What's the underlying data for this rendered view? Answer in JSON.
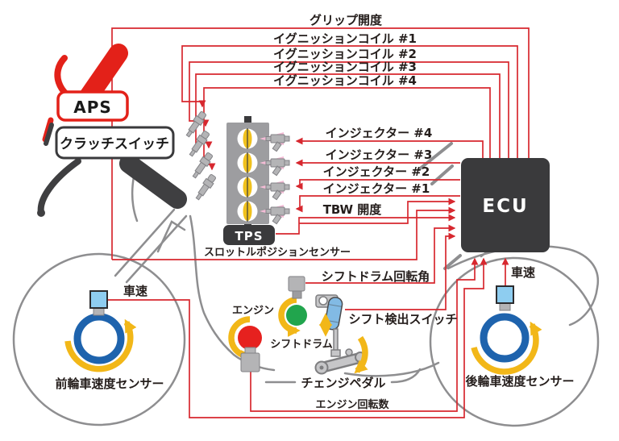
{
  "diagram": {
    "type": "motorcycle-ecu-system-diagram",
    "colors": {
      "wire_red": "#d7282f",
      "box_dark": "#3a3a3c",
      "accent_yellow": "#f2b718",
      "throttle_yellow": "#f0c11d",
      "drum_green": "#21a54d",
      "engine_red": "#e6211f",
      "wheel_ring_blue": "#1e63ad",
      "sensor_blue": "#8ecdf0",
      "spray_pink": "#f4bcd6",
      "body_gray": "#9d9da0",
      "outline_gray": "#8e8e90"
    }
  },
  "boxes": {
    "aps": "APS",
    "clutch_switch": "クラッチスイッチ",
    "tps": "TPS",
    "ecu": "ECU"
  },
  "labels": {
    "grip_opening": "グリップ開度",
    "ignition_coil_1": "イグニッションコイル #1",
    "ignition_coil_2": "イグニッションコイル #2",
    "ignition_coil_3": "イグニッションコイル #3",
    "ignition_coil_4": "イグニッションコイル #4",
    "injector_4": "インジェクター #4",
    "injector_3": "インジェクター #3",
    "injector_2": "インジェクター #2",
    "injector_1": "インジェクター #1",
    "tbw_opening": "TBW 開度",
    "throttle_position_sensor": "スロットルポジションセンサー",
    "shift_drum_angle": "シフトドラム回転角",
    "shift_detect_switch": "シフト検出スイッチ",
    "vehicle_speed_front": "車速",
    "vehicle_speed_rear": "車速",
    "engine": "エンジン",
    "shift_drum": "シフトドラム",
    "change_pedal": "チェンジペダル",
    "engine_rpm": "エンジン回転数",
    "front_wheel_speed_sensor": "前輪車速度センサー",
    "rear_wheel_speed_sensor": "後輪車速度センサー"
  }
}
